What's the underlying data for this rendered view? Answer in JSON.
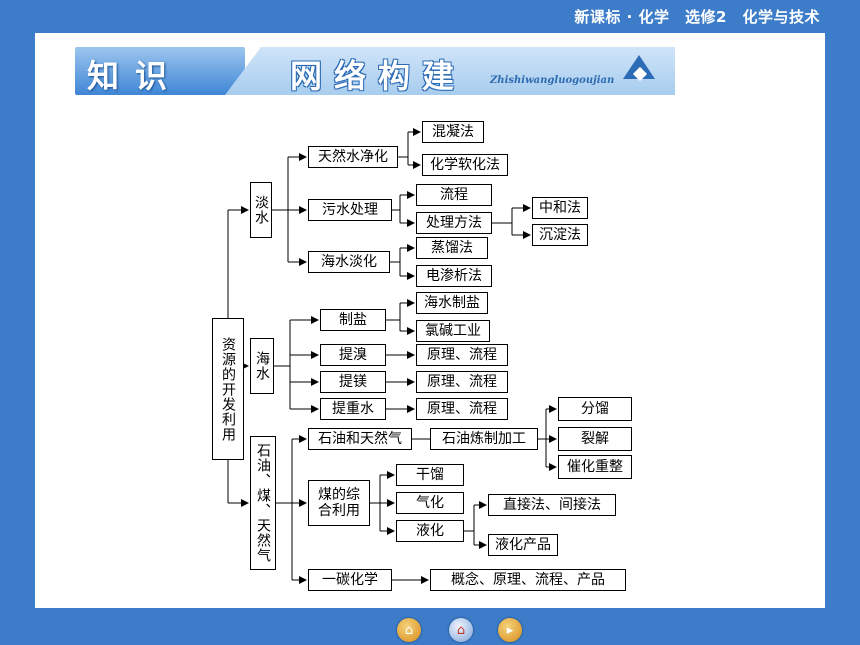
{
  "header": {
    "course": "新课标 · 化学　选修2　化学与技术"
  },
  "banner": {
    "zhishi": "知识",
    "wangluo": "网络构建",
    "pinyin": "Zhishiwangluogoujian"
  },
  "diagram": {
    "root": "资源的开发利用",
    "danshui": {
      "label": "淡水",
      "tianran": {
        "label": "天然水净化",
        "children": [
          "混凝法",
          "化学软化法"
        ]
      },
      "wushui": {
        "label": "污水处理",
        "liucheng": "流程",
        "fangfa": {
          "label": "处理方法",
          "children": [
            "中和法",
            "沉淀法"
          ]
        }
      },
      "haishui_danhua": {
        "label": "海水淡化",
        "children": [
          "蒸馏法",
          "电渗析法"
        ]
      }
    },
    "haishui": {
      "label": "海水",
      "zhiyan": {
        "label": "制盐",
        "children": [
          "海水制盐",
          "氯碱工业"
        ]
      },
      "tixiu": {
        "label": "提溴",
        "child": "原理、流程"
      },
      "timei": {
        "label": "提镁",
        "child": "原理、流程"
      },
      "tizhongshui": {
        "label": "提重水",
        "child": "原理、流程"
      }
    },
    "shiyou": {
      "label": "石油、煤、天然气",
      "youqi": {
        "label": "石油和天然气",
        "jiagong": "石油炼制加工",
        "children": [
          "分馏",
          "裂解",
          "催化重整"
        ]
      },
      "mei": {
        "label": "煤的综合利用",
        "ganliu": "干馏",
        "qihua": "气化",
        "yehua": {
          "label": "液化",
          "children": [
            "直接法、间接法",
            "液化产品"
          ]
        }
      },
      "yitan": {
        "label": "一碳化学",
        "child": "概念、原理、流程、产品"
      }
    }
  },
  "nav": {
    "icons": [
      "home-icon",
      "back-icon",
      "forward-icon"
    ]
  }
}
